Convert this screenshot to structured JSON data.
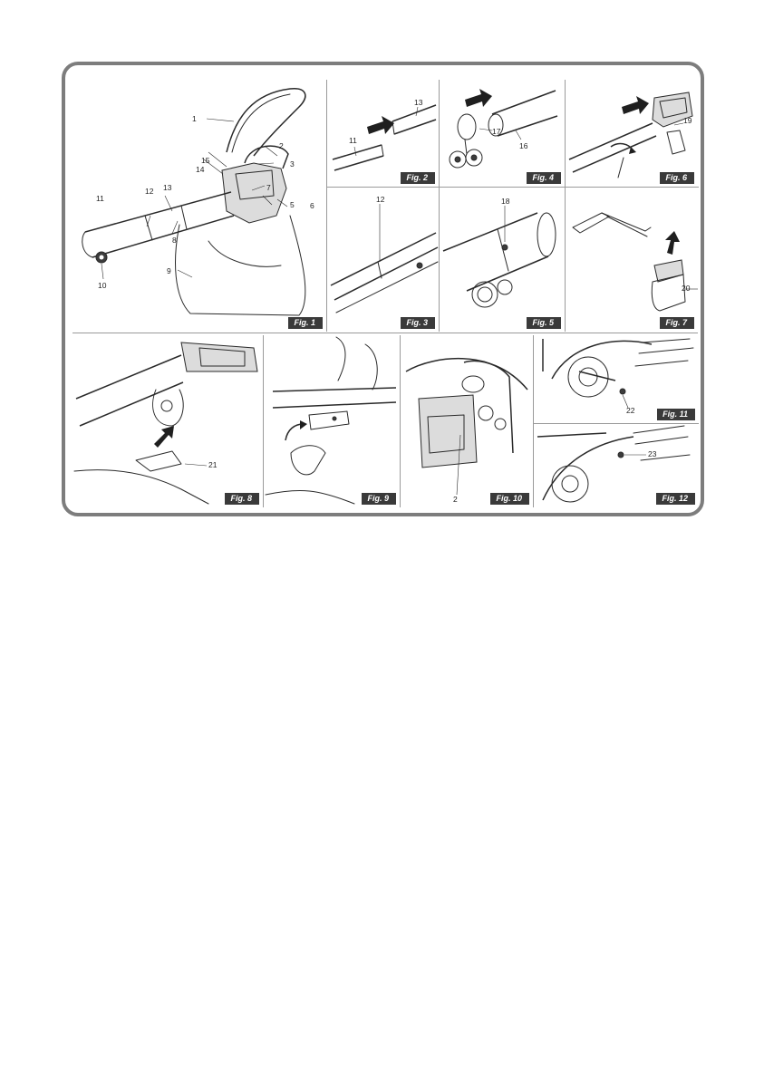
{
  "figures": {
    "fig1": {
      "tag": "Fig. 1",
      "callouts": {
        "c1": "1",
        "c2": "2",
        "c3": "3",
        "c5": "5",
        "c6": "6",
        "c7": "7",
        "c8": "8",
        "c9": "9",
        "c10": "10",
        "c11": "11",
        "c12": "12",
        "c13": "13",
        "c14": "14",
        "c15": "15"
      }
    },
    "fig2": {
      "tag": "Fig. 2",
      "callouts": {
        "c11": "11",
        "c13": "13"
      }
    },
    "fig3": {
      "tag": "Fig. 3",
      "callouts": {
        "c12": "12"
      }
    },
    "fig4": {
      "tag": "Fig. 4",
      "callouts": {
        "c17": "17",
        "c16": "16"
      }
    },
    "fig5": {
      "tag": "Fig. 5",
      "callouts": {
        "c18": "18"
      }
    },
    "fig6": {
      "tag": "Fig. 6",
      "callouts": {
        "c19": "19"
      }
    },
    "fig7": {
      "tag": "Fig. 7",
      "callouts": {
        "c20": "20"
      }
    },
    "fig8": {
      "tag": "Fig. 8",
      "callouts": {
        "c21": "21"
      }
    },
    "fig9": {
      "tag": "Fig. 9",
      "callouts": {}
    },
    "fig10": {
      "tag": "Fig. 10",
      "callouts": {
        "c2": "2"
      }
    },
    "fig11": {
      "tag": "Fig. 11",
      "callouts": {
        "c22": "22"
      }
    },
    "fig12": {
      "tag": "Fig. 12",
      "callouts": {
        "c23": "23"
      }
    }
  }
}
